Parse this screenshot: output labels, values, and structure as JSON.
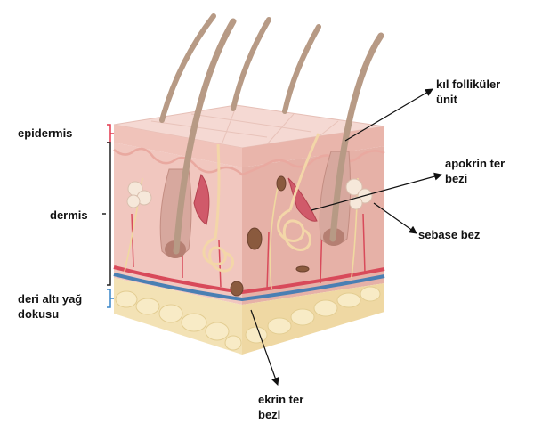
{
  "labels": {
    "epidermis": "epidermis",
    "dermis": "dermis",
    "hypodermis": [
      "deri altı yağ",
      "dokusu"
    ],
    "hair_follicle": [
      "kıl folliküler",
      "ünit"
    ],
    "apocrine_gland": [
      "apokrin ter",
      "bezi"
    ],
    "sebaceous_gland": "sebase bez",
    "eccrine_gland": [
      "ekrin ter",
      "bezi"
    ]
  },
  "colors": {
    "epidermis_bracket": "#e2394f",
    "dermis_bracket": "#222222",
    "hypodermis_bracket": "#3a86c8",
    "epidermis_top": "#f5d9d3",
    "dermis_front": "#f1c7bf",
    "dermis_side": "#e6b1a7",
    "fat": "#f3e2b5",
    "hair": "#b79a85",
    "artery": "#d84a5a",
    "vein": "#4a7fb3",
    "leader_line": "#111111"
  }
}
